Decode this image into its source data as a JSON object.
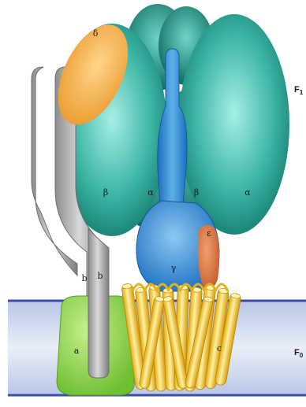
{
  "labels": {
    "delta": "δ",
    "beta_left": "β",
    "alpha_center": "α",
    "beta_center": "β",
    "alpha_right": "α",
    "epsilon": "ε",
    "gamma": "γ",
    "b_left": "b",
    "b_right": "b",
    "a": "a",
    "c": "c"
  },
  "side_labels": {
    "f1_main": "F",
    "f1_sub": "1",
    "f0_main": "F",
    "f0_sub": "0"
  },
  "colors": {
    "background": "#ffffff",
    "membrane": "#cfd9ee",
    "membrane_line": "#3c4da8",
    "teal_dark": "#1a8f80",
    "teal_light": "#7fe0d2",
    "delta_orange": "#f6b24f",
    "stalk_grey": "#a9a9a9",
    "gamma_blue": "#2f86d8",
    "epsilon_orange": "#d96f3c",
    "a_green": "#8cd24d",
    "c_yellow": "#f5cc2e"
  }
}
